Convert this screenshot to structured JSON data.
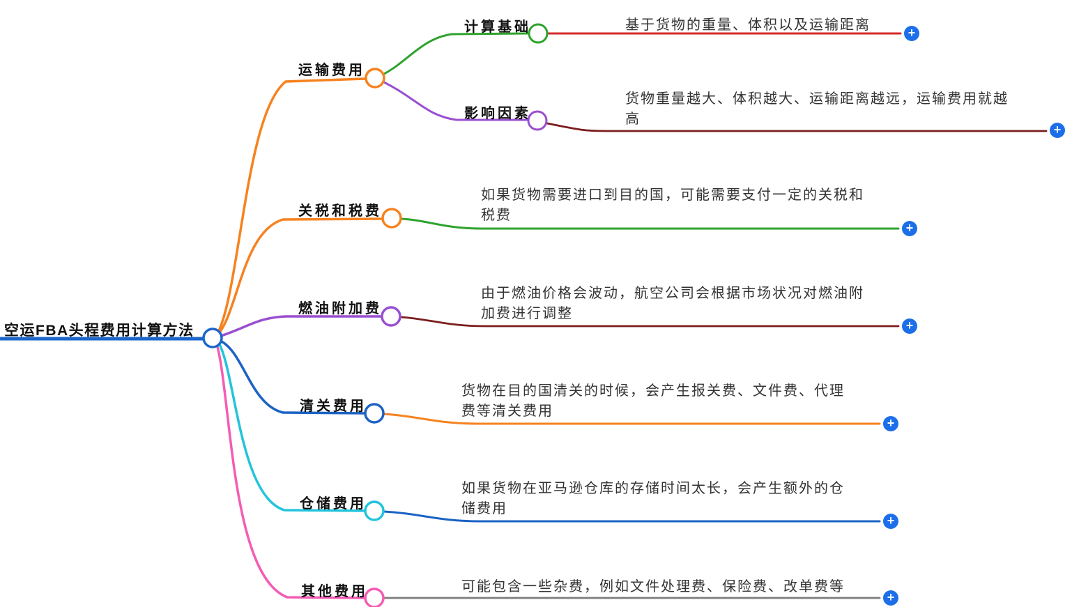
{
  "root": {
    "label": "空运FBA头程费用计算方法"
  },
  "colors": {
    "root_blue": "#1b66cc",
    "plus_blue": "#1c6fe8",
    "orange": "#f6821f",
    "green": "#2fa32e",
    "red": "#d42a2a",
    "purple": "#9a4fd0",
    "maroon": "#7c1d1d",
    "blue": "#1b62c4",
    "cyan": "#22c4dc",
    "pink": "#f45cb5",
    "gray": "#7d7d7d"
  },
  "branches": [
    {
      "label": "运输费用",
      "children": [
        {
          "label": "计算基础",
          "leaf": {
            "lines": [
              "基于货物的重量、体积以及运输距离",
              ""
            ]
          }
        },
        {
          "label": "影响因素",
          "leaf": {
            "lines": [
              "货物重量越大、体积越大、运输距离越远，运输费用就越",
              "高"
            ]
          }
        }
      ]
    },
    {
      "label": "关税和税费",
      "leaf": {
        "lines": [
          "如果货物需要进口到目的国，可能需要支付一定的关税和",
          "税费"
        ]
      }
    },
    {
      "label": "燃油附加费",
      "leaf": {
        "lines": [
          "由于燃油价格会波动，航空公司会根据市场状况对燃油附",
          "加费进行调整"
        ]
      }
    },
    {
      "label": "清关费用",
      "leaf": {
        "lines": [
          "货物在目的国清关的时候，会产生报关费、文件费、代理",
          "费等清关费用"
        ]
      }
    },
    {
      "label": "仓储费用",
      "leaf": {
        "lines": [
          "如果货物在亚马逊仓库的存储时间太长，会产生额外的仓",
          "储费用"
        ]
      }
    },
    {
      "label": "其他费用",
      "leaf": {
        "lines": [
          "可能包含一些杂费，例如文件处理费、保险费、改单费等",
          ""
        ]
      }
    }
  ],
  "ui": {
    "plus_glyph": "+"
  }
}
